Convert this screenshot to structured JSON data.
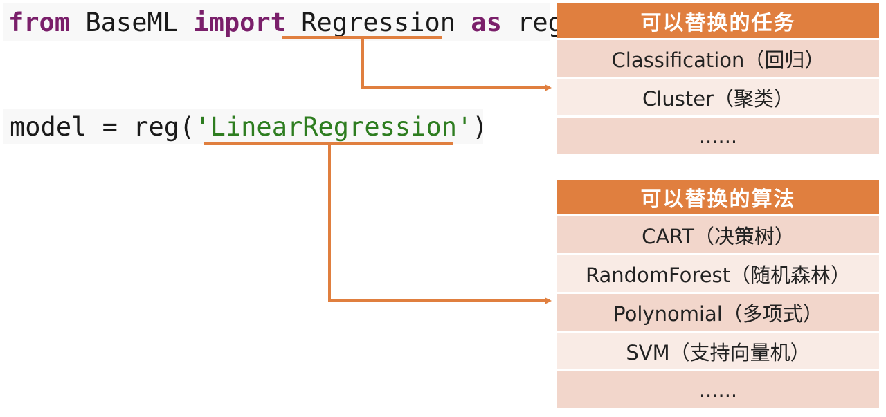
{
  "code": {
    "line1": [
      {
        "text": "from",
        "style": "kw"
      },
      {
        "text": " BaseML ",
        "style": "plain"
      },
      {
        "text": "import",
        "style": "kw"
      },
      {
        "text": " Regression ",
        "style": "plain"
      },
      {
        "text": "as",
        "style": "kw"
      },
      {
        "text": " reg",
        "style": "plain"
      }
    ],
    "line2": [
      {
        "text": "model = reg(",
        "style": "plain"
      },
      {
        "text": "'LinearRegression'",
        "style": "str"
      },
      {
        "text": ")",
        "style": "plain"
      }
    ]
  },
  "tasks_panel": {
    "title": "可以替换的任务",
    "items": [
      "Classification（回归）",
      "Cluster（聚类）",
      "......"
    ]
  },
  "algorithms_panel": {
    "title": "可以替换的算法",
    "items": [
      "CART（决策树）",
      "RandomForest（随机森林）",
      "Polynomial（多项式）",
      "SVM（支持向量机）",
      "......"
    ]
  },
  "colors": {
    "accent": "#e07f3f",
    "row_dark": "#f2d6cb",
    "row_light": "#f9ebe5",
    "keyword": "#7a1f6a",
    "string": "#2e7d20"
  }
}
